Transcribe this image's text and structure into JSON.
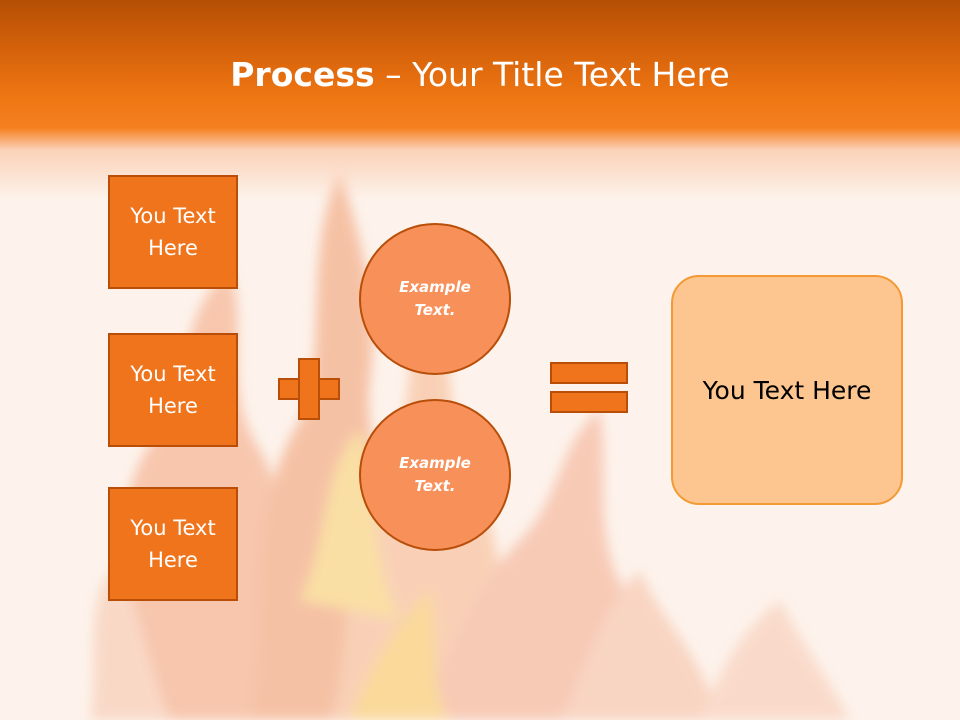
{
  "title": {
    "bold": "Process",
    "rest": " – Your Title Text Here"
  },
  "inputs": [
    "You Text Here",
    "You Text Here",
    "You Text Here"
  ],
  "circles": [
    "Example Text.",
    "Example Text."
  ],
  "result": "You Text Here",
  "colors": {
    "accent": "#f0741c",
    "border": "#b84e08",
    "circle": "#f8905a",
    "result_fill": "#fdc58f",
    "header": "#ee7512"
  }
}
